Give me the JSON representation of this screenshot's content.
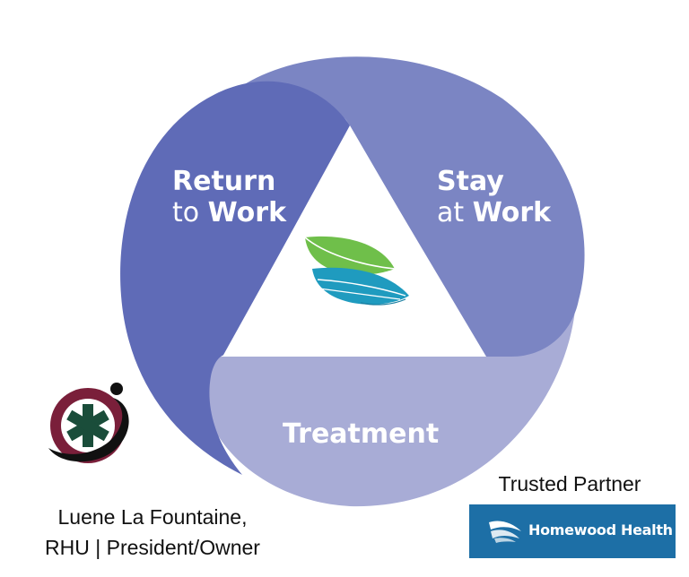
{
  "diagram": {
    "segments": [
      {
        "id": "return",
        "line1": "Return",
        "line2_prefix": "to ",
        "line2_bold": "Work",
        "color": "#5f6bb7"
      },
      {
        "id": "stay",
        "line1": "Stay",
        "line2_prefix": "at ",
        "line2_bold": "Work",
        "color": "#7b85c3"
      },
      {
        "id": "treatment",
        "line1": "Treatment",
        "color": "#a8acd6"
      }
    ],
    "center_icon": "leaf-hand-icon"
  },
  "person": {
    "logo_icon": "medical-star-person-logo",
    "name_line1": "Luene La Fountaine,",
    "name_line2": "RHU | President/Owner"
  },
  "partner": {
    "heading": "Trusted Partner",
    "name": "Homewood Health",
    "logo_icon": "homewood-wave-icon",
    "bg_color": "#1d6fa6"
  }
}
